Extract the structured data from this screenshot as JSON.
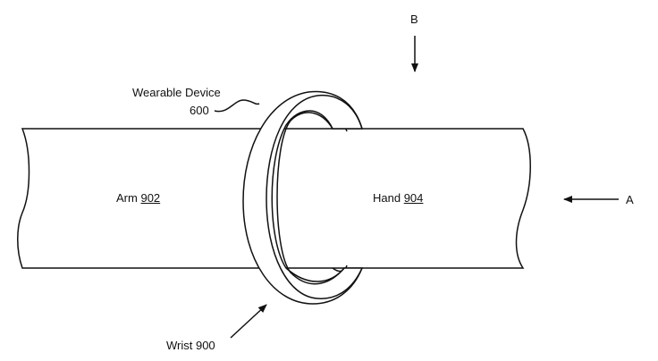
{
  "labels": {
    "wearable_device": "Wearable Device",
    "wearable_device_ref": "600",
    "arm": "Arm",
    "arm_ref": "902",
    "hand": "Hand",
    "hand_ref": "904",
    "wrist": "Wrist 900",
    "view_a": "A",
    "view_b": "B"
  },
  "colors": {
    "line": "#111111",
    "background": "#ffffff"
  }
}
